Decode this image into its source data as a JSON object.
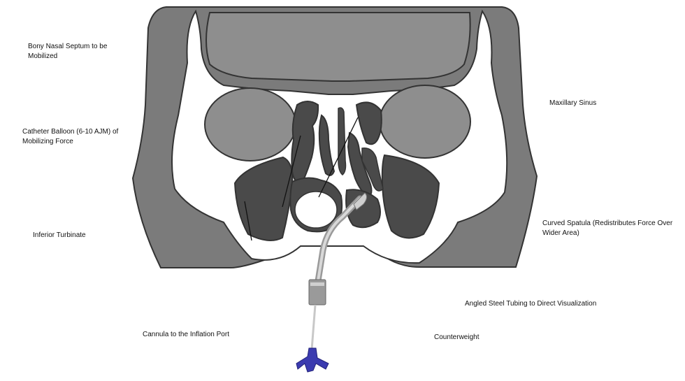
{
  "labels": {
    "bony_septum": "Bony Nasal Septum to be Mobilized",
    "catheter_balloon": "Catheter Balloon (6-10 AJM) of Mobilizing Force",
    "inferior_turbinate": "Inferior Turbinate",
    "cannula": "Cannula to the Inflation Port",
    "maxillary_sinus": "Maxillary Sinus",
    "curved_spatula": "Curved Spatula (Redistributes Force Over Wider Area)",
    "angled_tubing": "Angled Steel Tubing to Direct Visualization",
    "counterweight": "Counterweight"
  },
  "colors": {
    "tissue_gray": "#7b7b7b",
    "cavity_gray": "#8e8e8e",
    "bone_white": "#ffffff",
    "turbinate_dark": "#4a4a4a",
    "outline": "#333333",
    "tube_light": "#cfcfcf",
    "tube_dark": "#9a9a9a",
    "connector_blue": "#3b3bb0"
  }
}
